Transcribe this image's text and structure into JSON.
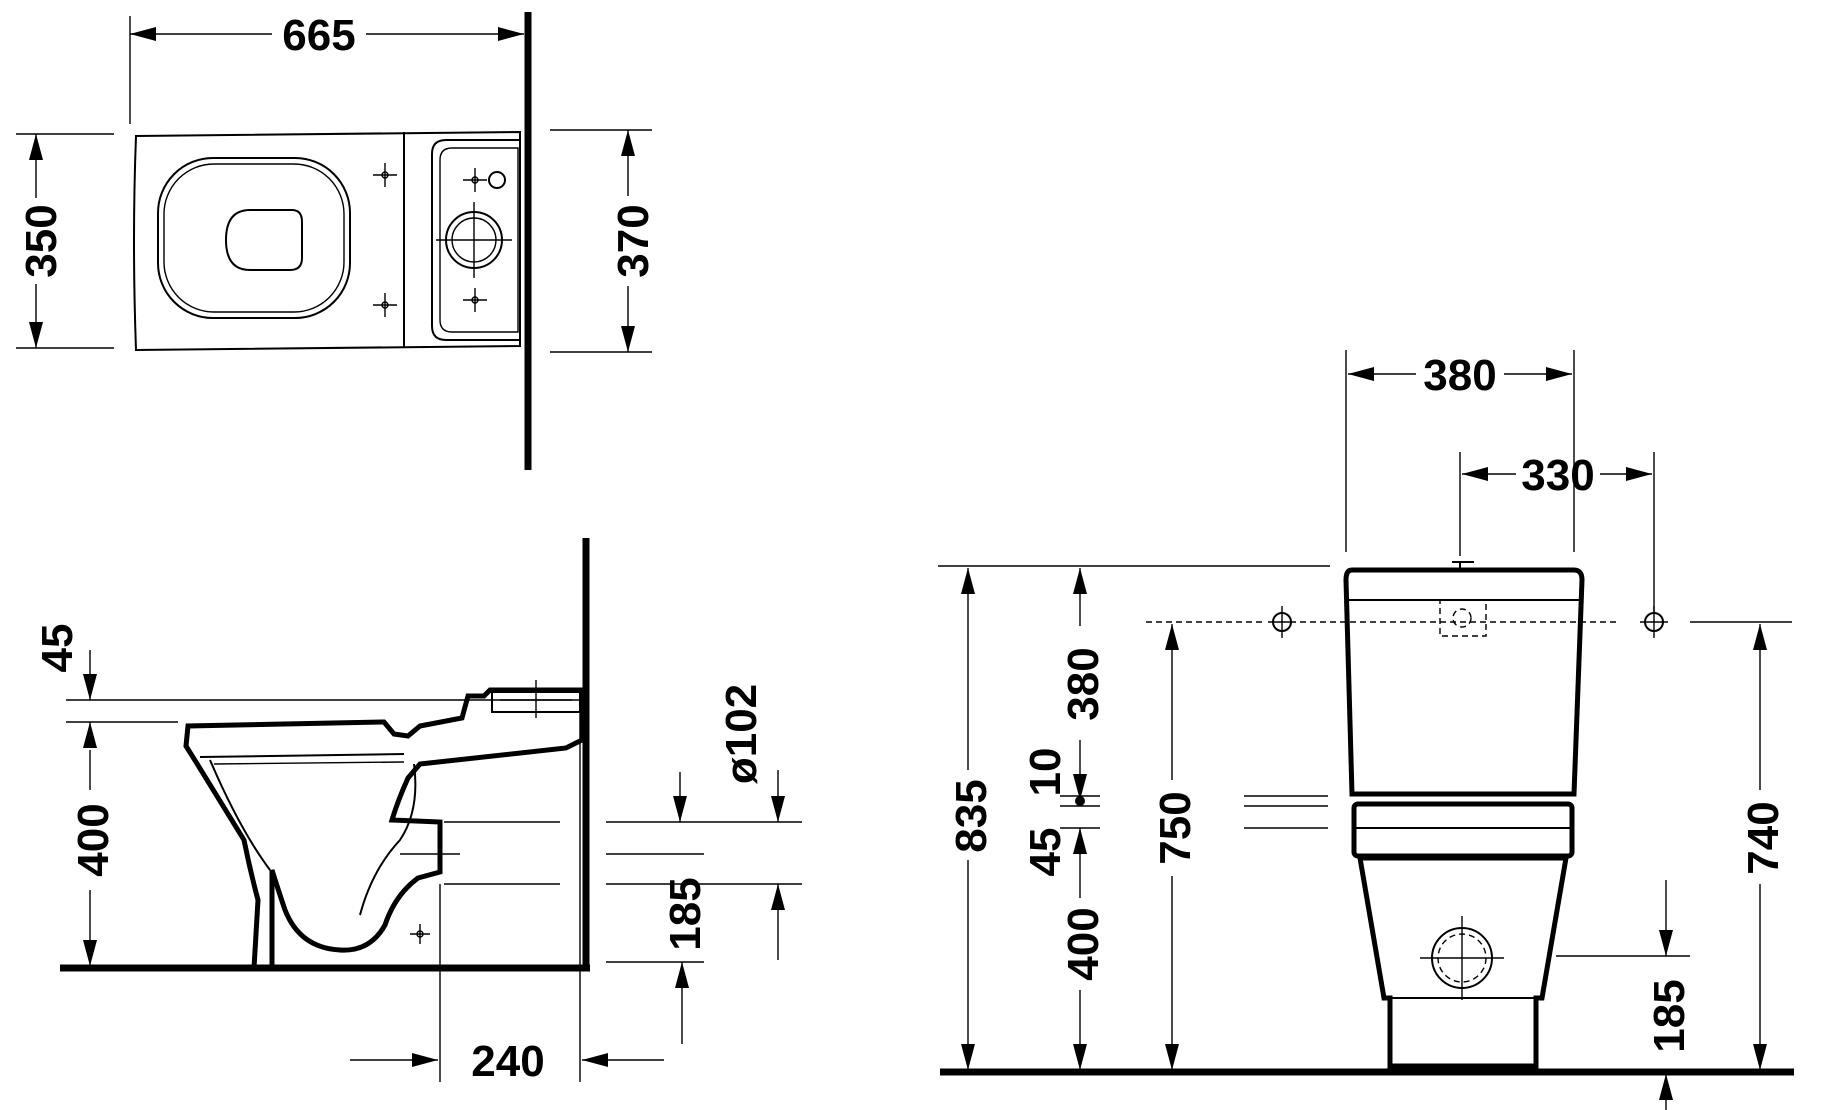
{
  "dimensions": {
    "top_width": "665",
    "top_depth_left": "350",
    "top_depth_right": "370",
    "side_seat_gap": "45",
    "side_seat_height": "400",
    "side_outlet_diameter": "ø102",
    "side_outlet_height": "185",
    "side_outlet_offset": "240",
    "front_tank_width": "380",
    "front_fixing_spacing": "330",
    "front_total_height": "835",
    "front_tank_height": "380",
    "front_gap_10": "10",
    "front_gap_45": "45",
    "front_seat_height": "400",
    "front_fixing_height": "750",
    "front_right_height": "740",
    "front_outlet_height": "185"
  },
  "colors": {
    "line": "#000000",
    "background": "#ffffff"
  }
}
